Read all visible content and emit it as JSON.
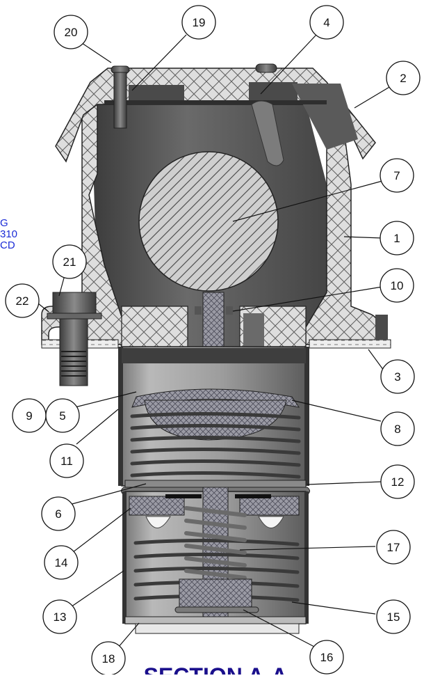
{
  "section_title": "SECTION A-A",
  "side_note": [
    "G",
    "310",
    "CD"
  ],
  "callouts": [
    "20",
    "19",
    "4",
    "2",
    "7",
    "1",
    "10",
    "21",
    "22",
    "3",
    "9",
    "5",
    "8",
    "11",
    "12",
    "6",
    "14",
    "17",
    "13",
    "15",
    "18",
    "16"
  ],
  "colors": {
    "hatch_fill": "#d9d9d9",
    "metal_dark": "#5a5a5a",
    "metal_mid": "#8c8c8c",
    "spring": "#4a4a4a",
    "title": "#1a0f8c",
    "side_note": "#1a2bd6"
  }
}
